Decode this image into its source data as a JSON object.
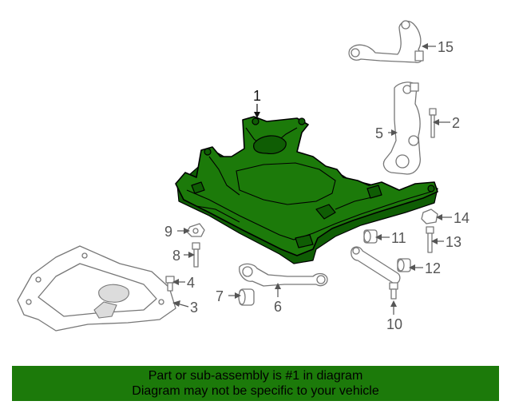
{
  "callouts": [
    "1",
    "2",
    "3",
    "4",
    "5",
    "6",
    "7",
    "8",
    "9",
    "10",
    "11",
    "12",
    "13",
    "14",
    "15"
  ],
  "banner": {
    "line1": "Part or sub-assembly is #1 in diagram",
    "line2": "Diagram may not be specific to your vehicle"
  },
  "colors": {
    "highlight": "#1c7a0a",
    "line": "#777777"
  }
}
